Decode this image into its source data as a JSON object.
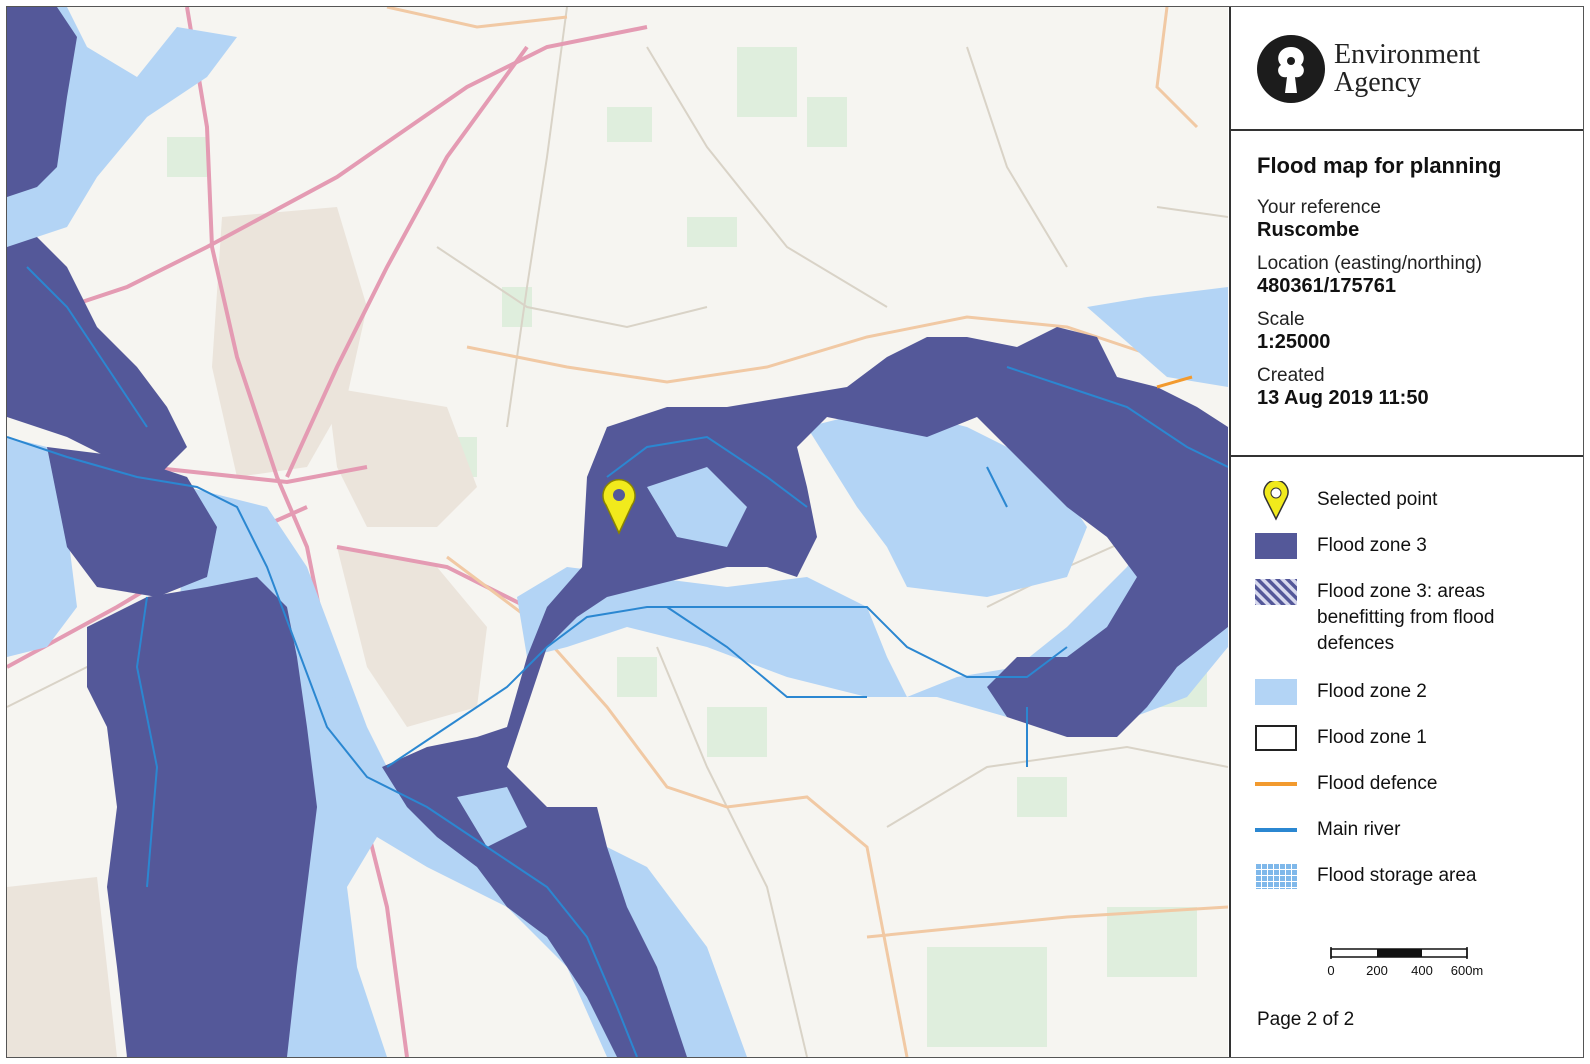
{
  "header": {
    "agency_line1": "Environment",
    "agency_line2": "Agency"
  },
  "info": {
    "title": "Flood map for planning",
    "reference_label": "Your reference",
    "reference_value": "Ruscombe",
    "location_label": "Location (easting/northing)",
    "location_value": "480361/175761",
    "scale_label": "Scale",
    "scale_value": "1:25000",
    "created_label": "Created",
    "created_value": "13 Aug 2019 11:50"
  },
  "legend": {
    "items": [
      {
        "label": "Selected point",
        "icon": "map-pin-icon"
      },
      {
        "label": "Flood zone 3",
        "icon": "solid-swatch"
      },
      {
        "label": "Flood zone 3: areas benefitting from flood defences",
        "icon": "hatched-swatch"
      },
      {
        "label": "Flood zone 2",
        "icon": "solid-swatch"
      },
      {
        "label": "Flood zone 1",
        "icon": "outline-swatch"
      },
      {
        "label": "Flood defence",
        "icon": "line-swatch"
      },
      {
        "label": "Main river",
        "icon": "line-swatch"
      },
      {
        "label": "Flood storage area",
        "icon": "grid-swatch"
      }
    ]
  },
  "scale_bar": {
    "ticks": [
      "0",
      "200",
      "400",
      "600m"
    ]
  },
  "footer": {
    "page": "Page 2 of 2"
  },
  "colors": {
    "flood_zone_3": "#545899",
    "flood_zone_2": "#b3d4f5",
    "flood_defence": "#f29a2e",
    "main_river": "#2b87d1",
    "selected_point": "#f1ea1c",
    "road": "#e49bb3",
    "map_background": "#f6f5f1"
  }
}
